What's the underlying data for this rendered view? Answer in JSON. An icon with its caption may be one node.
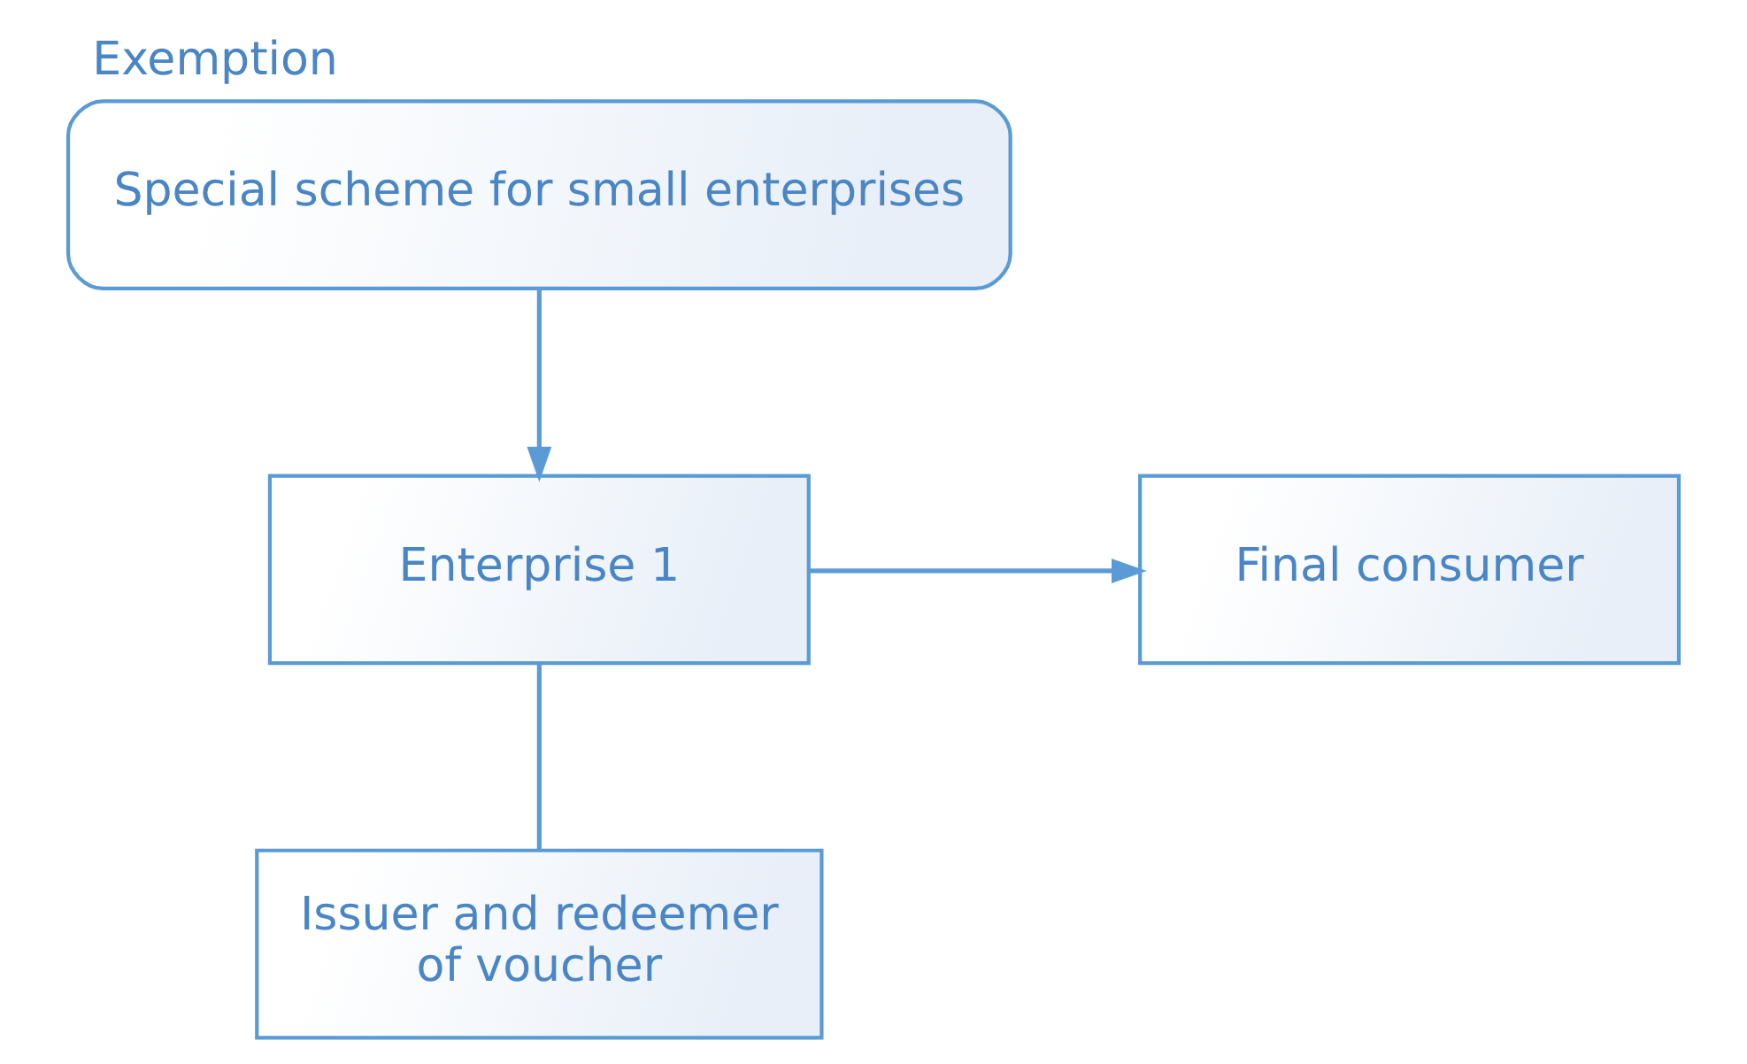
{
  "diagram": {
    "title": "Exemption",
    "nodes": [
      {
        "text": [
          "Special scheme for small enterprises"
        ]
      },
      {
        "text": [
          "Enterprise 1"
        ]
      },
      {
        "text": [
          "Final consumer"
        ]
      },
      {
        "text": [
          "Issuer and redeemer of voucher"
        ]
      }
    ],
    "edges": [
      {
        "from": 0,
        "to": 1,
        "arrow": "to"
      },
      {
        "from": 1,
        "to": 2,
        "arrow": "to"
      },
      {
        "from": 1,
        "to": 3,
        "arrow": "none"
      }
    ]
  }
}
